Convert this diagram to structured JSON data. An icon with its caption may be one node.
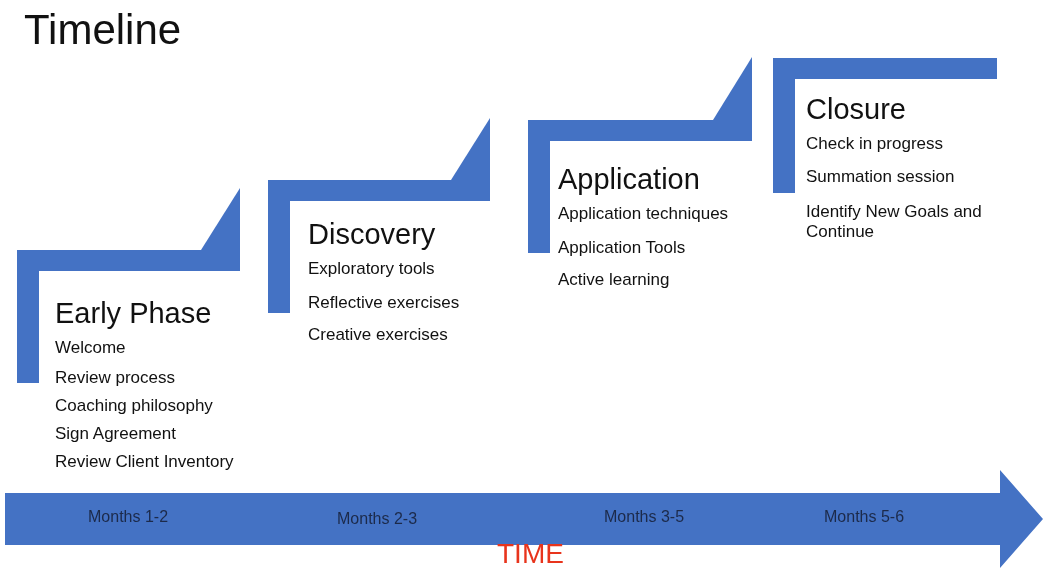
{
  "diagram": {
    "title": "Timeline",
    "nodes": [
      {
        "text": [
          "Early Phase",
          "Welcome",
          "Review process",
          "Coaching philosophy",
          "Sign Agreement",
          "Review Client Inventory"
        ]
      },
      {
        "text": [
          "Discovery",
          "Exploratory tools",
          "Reflective exercises",
          "Creative exercises"
        ]
      },
      {
        "text": [
          "Application",
          "Application  techniques",
          "Application Tools",
          "Active learning"
        ]
      },
      {
        "text": [
          "Closure",
          "Check in progress",
          "Summation session",
          "Identify New Goals and Continue"
        ]
      }
    ],
    "labels": [
      "Months 1-2",
      "Months 2-3",
      "Months 3-5",
      "Months 5-6",
      "TIME"
    ]
  }
}
